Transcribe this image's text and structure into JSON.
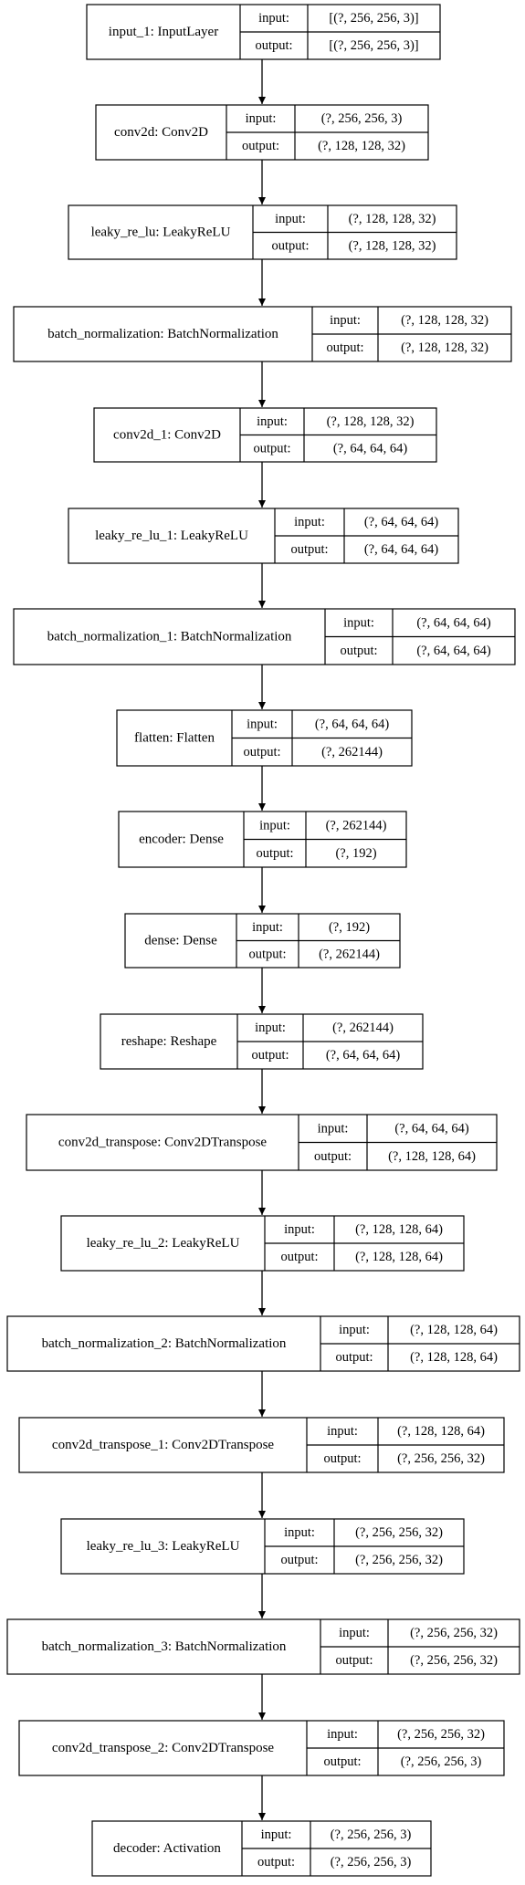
{
  "field_labels": {
    "input": "input:",
    "output": "output:"
  },
  "colors": {
    "stroke": "#000000",
    "background": "#ffffff",
    "text": "#000000"
  },
  "nodes": [
    {
      "name": "input_1: InputLayer",
      "input": "[(?, 256, 256, 3)]",
      "output": "[(?, 256, 256, 3)]"
    },
    {
      "name": "conv2d: Conv2D",
      "input": "(?, 256, 256, 3)",
      "output": "(?, 128, 128, 32)"
    },
    {
      "name": "leaky_re_lu: LeakyReLU",
      "input": "(?, 128, 128, 32)",
      "output": "(?, 128, 128, 32)"
    },
    {
      "name": "batch_normalization: BatchNormalization",
      "input": "(?, 128, 128, 32)",
      "output": "(?, 128, 128, 32)"
    },
    {
      "name": "conv2d_1: Conv2D",
      "input": "(?, 128, 128, 32)",
      "output": "(?, 64, 64, 64)"
    },
    {
      "name": "leaky_re_lu_1: LeakyReLU",
      "input": "(?, 64, 64, 64)",
      "output": "(?, 64, 64, 64)"
    },
    {
      "name": "batch_normalization_1: BatchNormalization",
      "input": "(?, 64, 64, 64)",
      "output": "(?, 64, 64, 64)"
    },
    {
      "name": "flatten: Flatten",
      "input": "(?, 64, 64, 64)",
      "output": "(?, 262144)"
    },
    {
      "name": "encoder: Dense",
      "input": "(?, 262144)",
      "output": "(?, 192)"
    },
    {
      "name": "dense: Dense",
      "input": "(?, 192)",
      "output": "(?, 262144)"
    },
    {
      "name": "reshape: Reshape",
      "input": "(?, 262144)",
      "output": "(?, 64, 64, 64)"
    },
    {
      "name": "conv2d_transpose: Conv2DTranspose",
      "input": "(?, 64, 64, 64)",
      "output": "(?, 128, 128, 64)"
    },
    {
      "name": "leaky_re_lu_2: LeakyReLU",
      "input": "(?, 128, 128, 64)",
      "output": "(?, 128, 128, 64)"
    },
    {
      "name": "batch_normalization_2: BatchNormalization",
      "input": "(?, 128, 128, 64)",
      "output": "(?, 128, 128, 64)"
    },
    {
      "name": "conv2d_transpose_1: Conv2DTranspose",
      "input": "(?, 128, 128, 64)",
      "output": "(?, 256, 256, 32)"
    },
    {
      "name": "leaky_re_lu_3: LeakyReLU",
      "input": "(?, 256, 256, 32)",
      "output": "(?, 256, 256, 32)"
    },
    {
      "name": "batch_normalization_3: BatchNormalization",
      "input": "(?, 256, 256, 32)",
      "output": "(?, 256, 256, 32)"
    },
    {
      "name": "conv2d_transpose_2: Conv2DTranspose",
      "input": "(?, 256, 256, 32)",
      "output": "(?, 256, 256, 3)"
    },
    {
      "name": "decoder: Activation",
      "input": "(?, 256, 256, 3)",
      "output": "(?, 256, 256, 3)"
    }
  ]
}
